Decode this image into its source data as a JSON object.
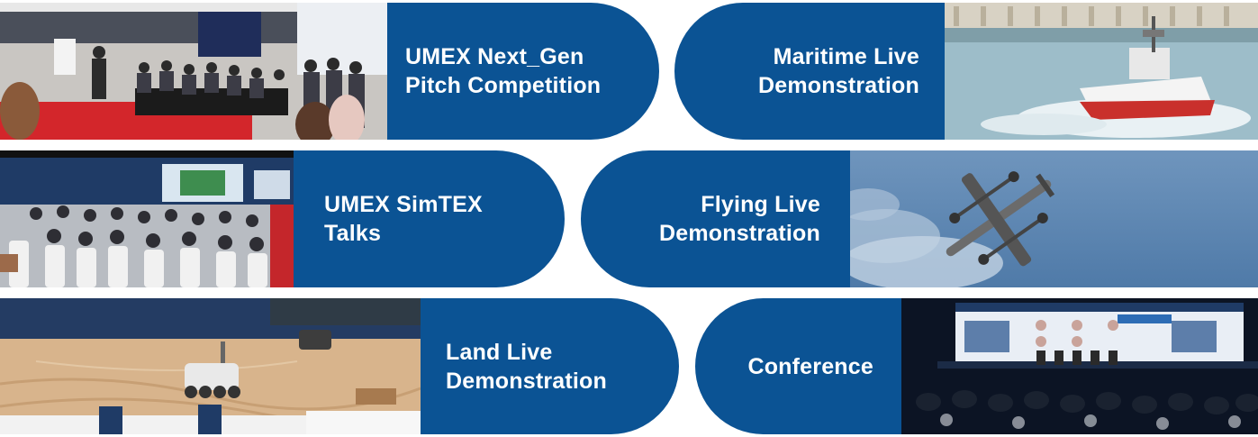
{
  "brand": {
    "primary_blue": "#0b5394"
  },
  "cards": [
    {
      "title": "UMEX Next_Gen\nPitch Competition",
      "photo": "pitch-competition-photo"
    },
    {
      "title": "Maritime Live\nDemonstration",
      "photo": "unmanned-boat-photo"
    },
    {
      "title": "UMEX SimTEX\nTalks",
      "photo": "simtex-talks-audience-photo"
    },
    {
      "title": "Flying Live\nDemonstration",
      "photo": "vtol-drone-photo"
    },
    {
      "title": "Land Live\nDemonstration",
      "photo": "land-robot-arena-photo"
    },
    {
      "title": "Conference",
      "photo": "conference-stage-photo"
    }
  ]
}
